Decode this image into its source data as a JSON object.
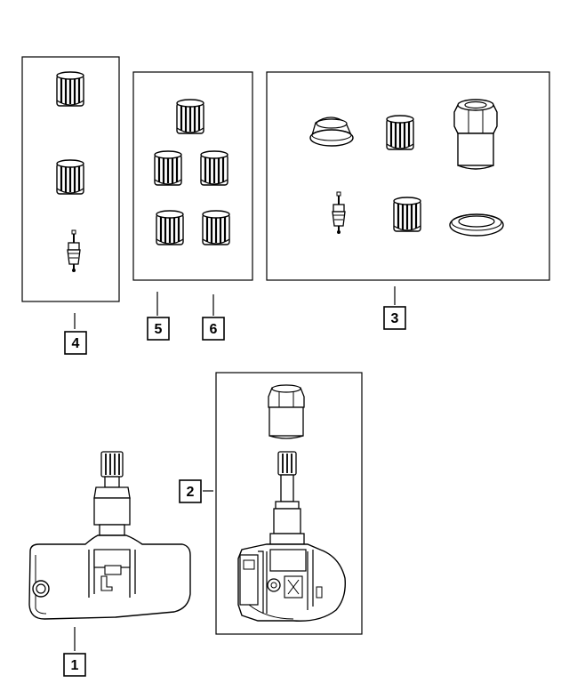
{
  "callouts": {
    "c1": "1",
    "c2": "2",
    "c3": "3",
    "c4": "4",
    "c5": "5",
    "c6": "6"
  },
  "colors": {
    "stroke": "#000000",
    "fill": "#ffffff",
    "grille": "#333333"
  }
}
